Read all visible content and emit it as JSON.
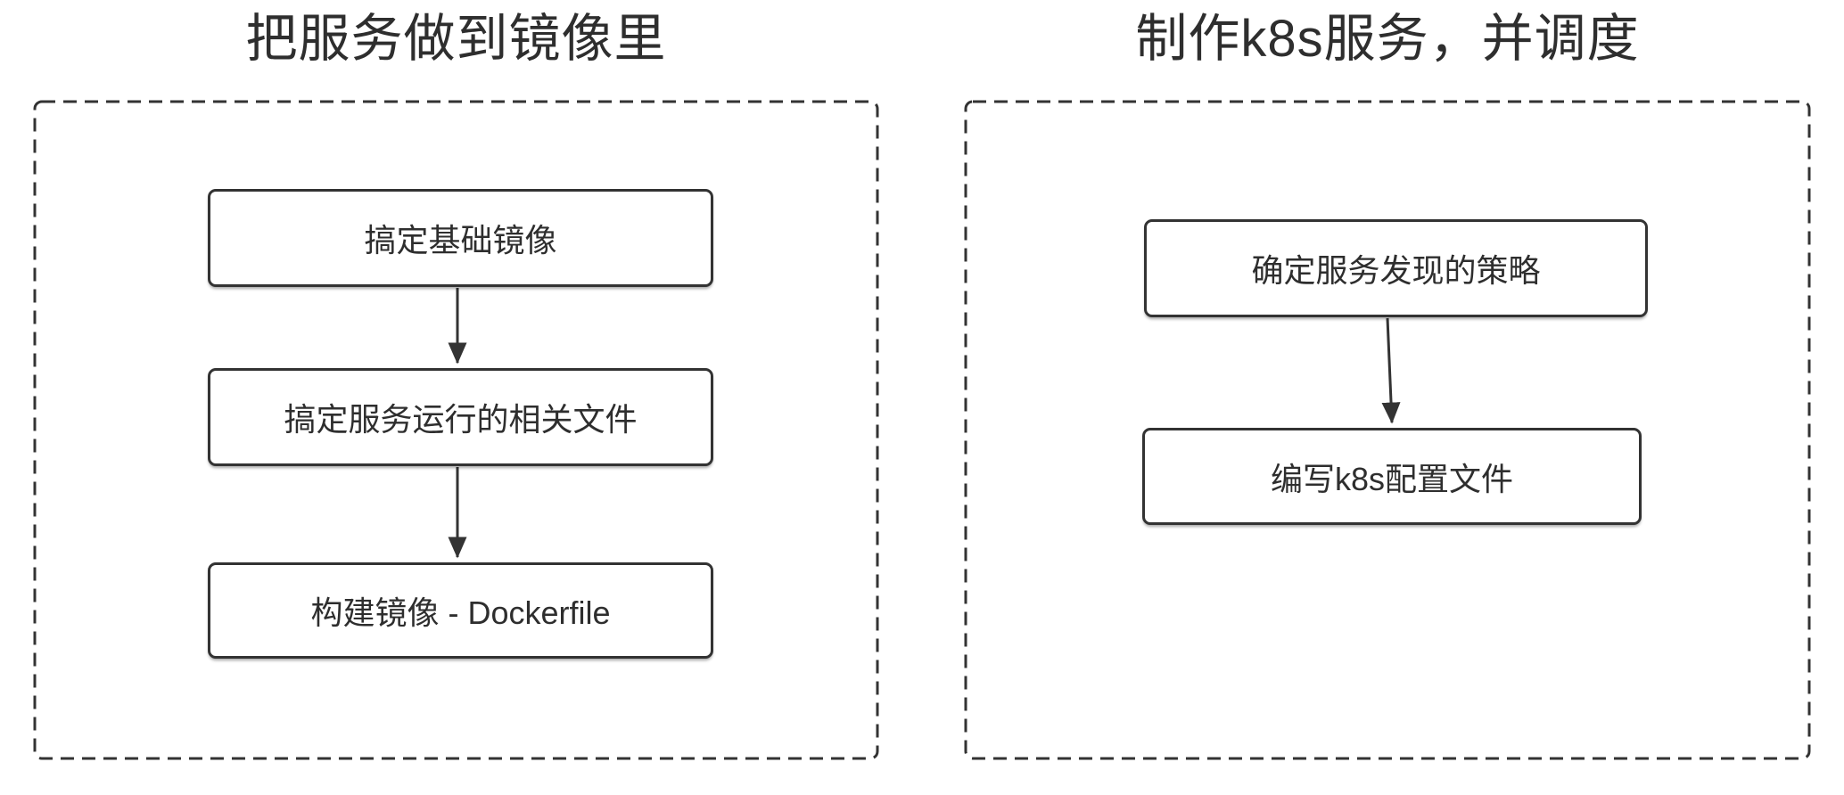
{
  "diagram": {
    "background_color": "#ffffff",
    "line_color": "#333333",
    "text_color": "#2e2e2e",
    "panels": [
      {
        "title": "把服务做到镜像里",
        "nodes": [
          {
            "label": "搞定基础镜像"
          },
          {
            "label": "搞定服务运行的相关文件"
          },
          {
            "label": "构建镜像 - Dockerfile"
          }
        ]
      },
      {
        "title": "制作k8s服务，并调度",
        "nodes": [
          {
            "label": "确定服务发现的策略"
          },
          {
            "label": "编写k8s配置文件"
          }
        ]
      }
    ]
  }
}
